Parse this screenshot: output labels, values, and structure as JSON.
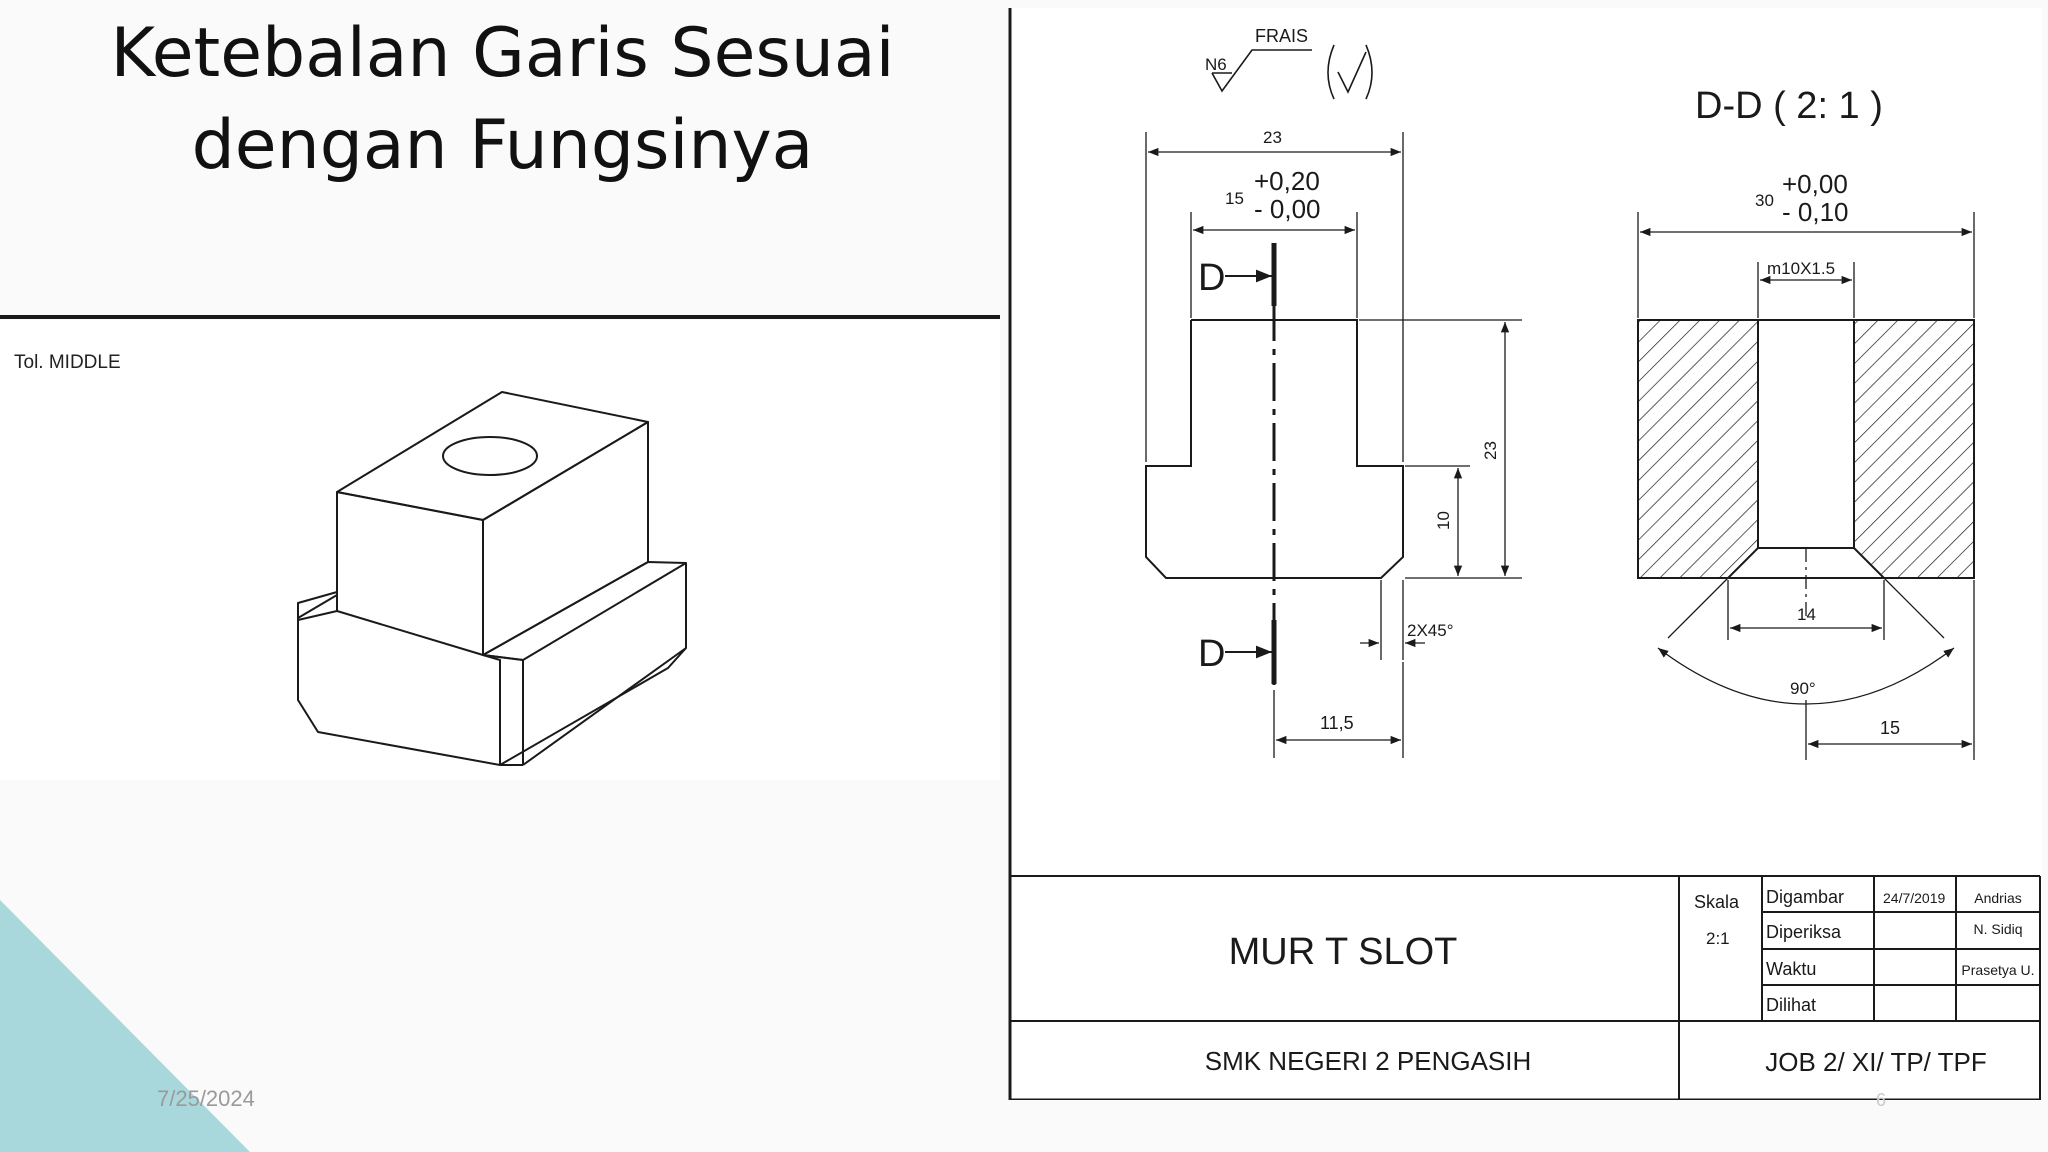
{
  "slide": {
    "title_line1": "Ketebalan Garis Sesuai",
    "title_line2": "dengan Fungsinya",
    "date": "7/25/2024",
    "page_number": "6"
  },
  "isometric": {
    "tolerance_label": "Tol. MIDDLE"
  },
  "drawing": {
    "surface_symbol": {
      "roughness": "N6",
      "process": "FRAIS"
    },
    "section_title": "D-D ( 2: 1 )",
    "section_marker": "D",
    "dims_front": {
      "width_total": "23",
      "slot_width_nominal": "15",
      "slot_tol_upper": "+0,20",
      "slot_tol_lower": "- 0,00",
      "height_total": "23",
      "flange_height": "10",
      "chamfer": "2X45°",
      "half_width": "11,5"
    },
    "dims_section": {
      "width_nominal": "30",
      "tol_upper": "+0,00",
      "tol_lower": "- 0,10",
      "thread": "m10X1.5",
      "countersink_dia": "14",
      "countersink_angle": "90°",
      "half_width": "15"
    },
    "title_block": {
      "part_name": "MUR T SLOT",
      "school": "SMK NEGERI 2 PENGASIH",
      "job": "JOB 2/ XI/ TP/ TPF",
      "scale_label": "Skala",
      "scale_value": "2:1",
      "rows": [
        {
          "label": "Digambar",
          "date": "24/7/2019",
          "name": "Andrias"
        },
        {
          "label": "Diperiksa",
          "date": "",
          "name": "N. Sidiq"
        },
        {
          "label": "Waktu",
          "date": "",
          "name": "Prasetya U."
        },
        {
          "label": "Dilihat",
          "date": "",
          "name": ""
        }
      ]
    }
  },
  "colors": {
    "line": "#1a1a1a",
    "accent_triangle": "#a9d8dc",
    "date_text": "#9a9a9a"
  }
}
